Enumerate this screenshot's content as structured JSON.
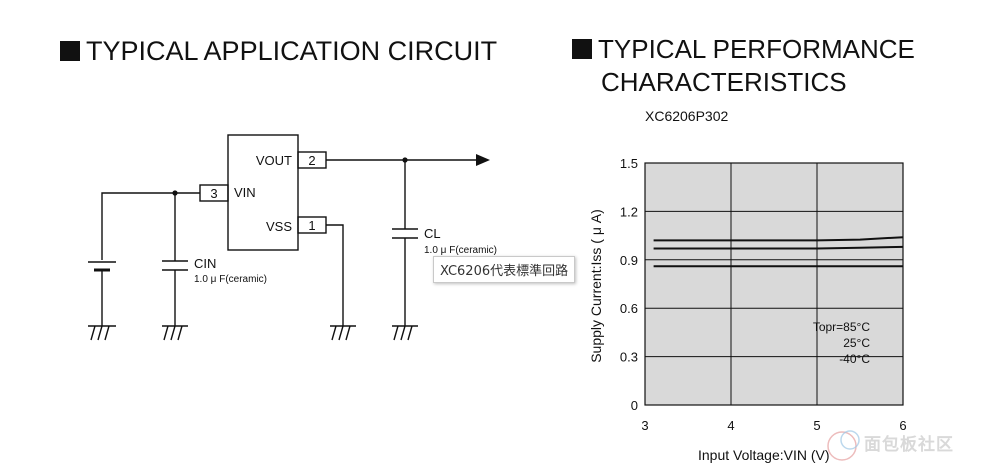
{
  "headings": {
    "application": "TYPICAL APPLICATION CIRCUIT",
    "performance_line1": "TYPICAL PERFORMANCE",
    "performance_line2": "CHARACTERISTICS"
  },
  "circuit": {
    "vout_label": "VOUT",
    "vin_label": "VIN",
    "vss_label": "VSS",
    "pin_vout": "2",
    "pin_vin": "3",
    "pin_vss": "1",
    "cin_label": "CIN",
    "cin_value": "1.0 μ F(ceramic)",
    "cl_label": "CL",
    "cl_value": "1.0 μ F(ceramic)"
  },
  "tooltip": {
    "text": "XC6206代表標準回路"
  },
  "watermark": {
    "text": "面包板社区"
  },
  "chart_data": {
    "type": "line",
    "title": "XC6206P302",
    "xlabel": "Input Voltage:VIN (V)",
    "ylabel": "Supply Current:Iss ( μ A)",
    "xlim": [
      3,
      6
    ],
    "ylim": [
      0,
      1.5
    ],
    "xticks": [
      "3",
      "4",
      "5",
      "6"
    ],
    "yticks": [
      "0",
      "0.3",
      "0.6",
      "0.9",
      "1.2",
      "1.5"
    ],
    "grid": true,
    "background": "#d9d9d9",
    "series": [
      {
        "name": "Topr=85°C",
        "x": [
          3.1,
          4.0,
          5.0,
          5.5,
          6.0
        ],
        "y": [
          1.02,
          1.02,
          1.02,
          1.025,
          1.04
        ]
      },
      {
        "name": "25°C",
        "x": [
          3.1,
          4.0,
          5.0,
          5.5,
          6.0
        ],
        "y": [
          0.97,
          0.97,
          0.97,
          0.975,
          0.98
        ]
      },
      {
        "name": "-40°C",
        "x": [
          3.1,
          4.0,
          5.0,
          5.5,
          6.0
        ],
        "y": [
          0.86,
          0.86,
          0.86,
          0.86,
          0.86
        ]
      }
    ]
  }
}
